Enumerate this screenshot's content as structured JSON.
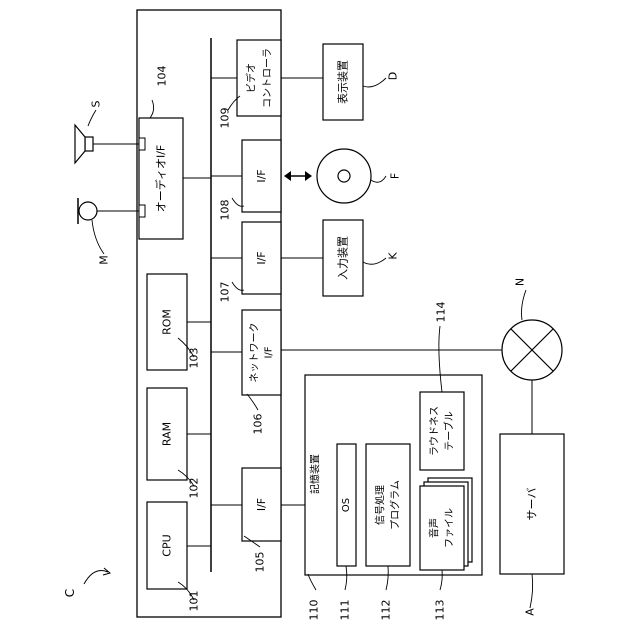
{
  "figure_label": "C",
  "labels": {
    "cpu": "CPU",
    "ram": "RAM",
    "rom": "ROM",
    "if_105": "I/F",
    "network_if_line1": "ネットワーク",
    "network_if_line2": "I/F",
    "if_107": "I/F",
    "if_108": "I/F",
    "video_line1": "ビデオ",
    "video_line2": "コントローラ",
    "audio_if": "オーディオI/F",
    "storage": "記憶装置",
    "os": "OS",
    "program_line1": "信号処理",
    "program_line2": "プログラム",
    "audio_file_line1": "音声",
    "audio_file_line2": "ファイル",
    "loudness_line1": "ラウドネス",
    "loudness_line2": "テーブル",
    "display": "表示装置",
    "input": "入力装置",
    "server": "サーバ"
  },
  "refs": {
    "r101": "101",
    "r102": "102",
    "r103": "103",
    "r104": "104",
    "r105": "105",
    "r106": "106",
    "r107": "107",
    "r108": "108",
    "r109": "109",
    "r110": "110",
    "r111": "111",
    "r112": "112",
    "r113": "113",
    "r114": "114",
    "S": "S",
    "M": "M",
    "D": "D",
    "F": "F",
    "K": "K",
    "N": "N",
    "A": "A"
  }
}
